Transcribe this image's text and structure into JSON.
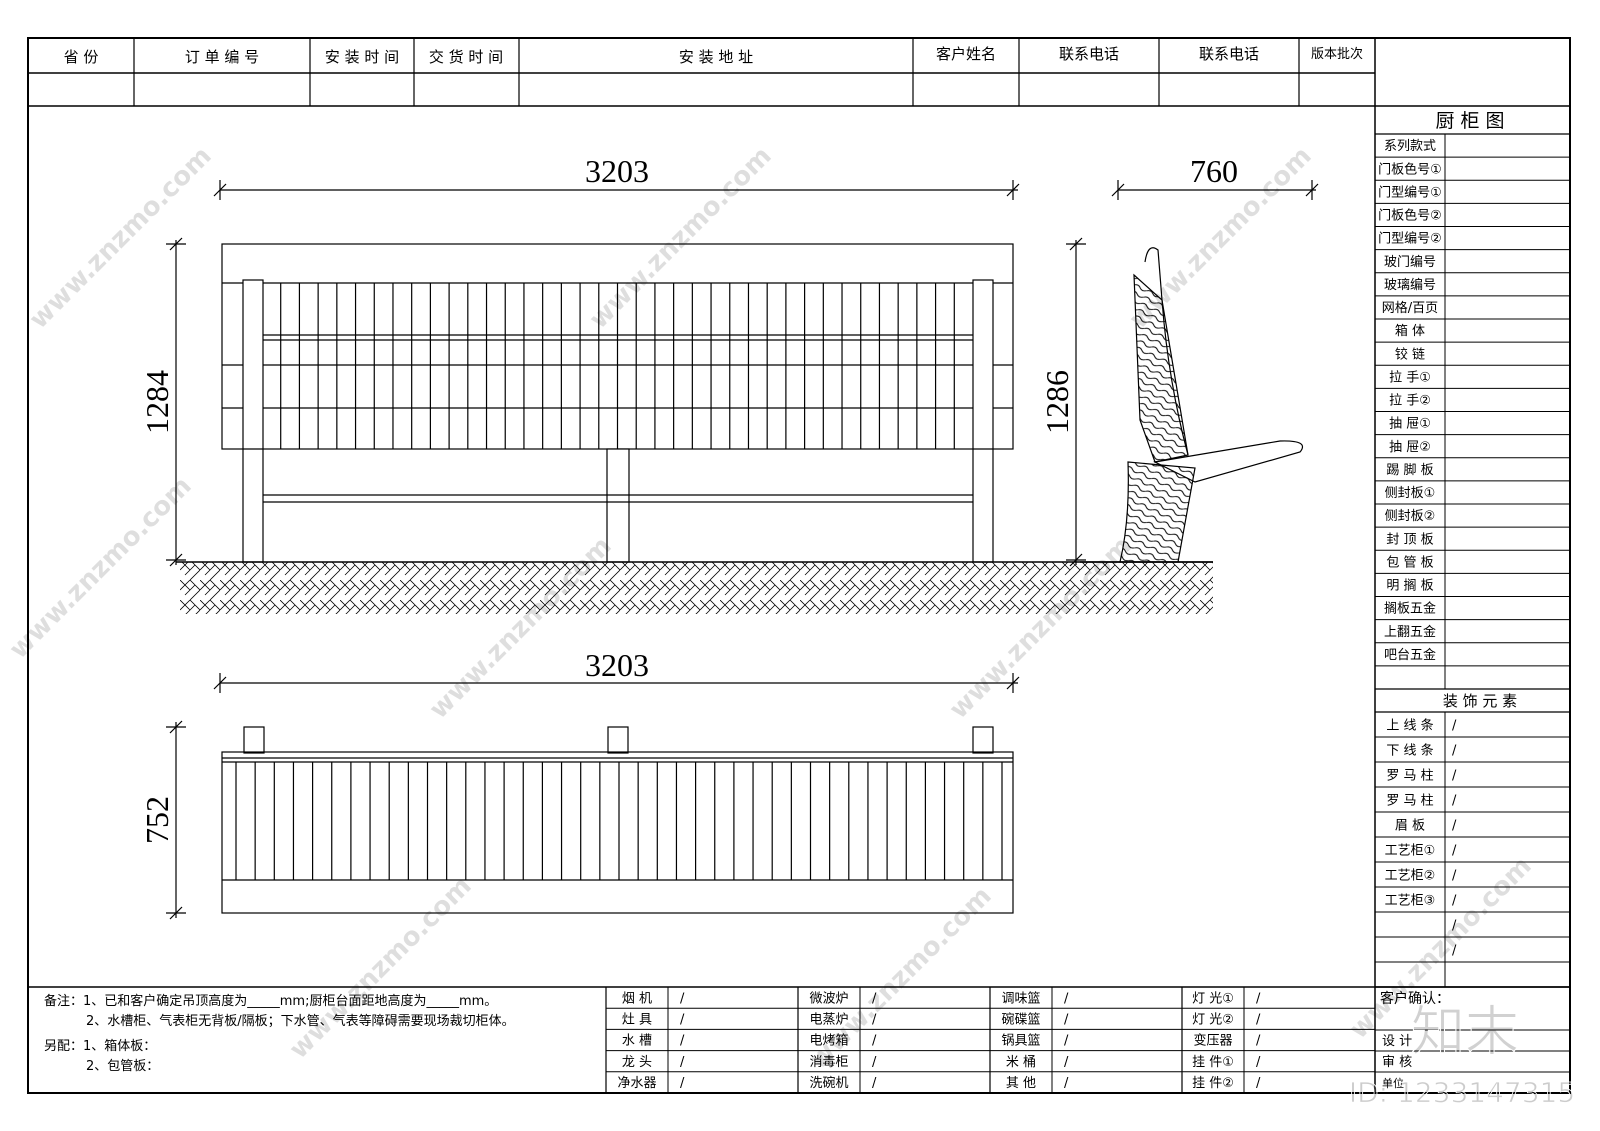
{
  "header": {
    "columns": [
      "省 份",
      "订 单 编 号",
      "安 装 时 间",
      "交 货 时 间",
      "安 装 地 址",
      "客户姓名",
      "联系电话",
      "联系电话",
      "版本批次"
    ]
  },
  "drawing": {
    "front_width": "3203",
    "front_height": "1284",
    "side_width": "760",
    "side_height": "1286",
    "plan_width": "3203",
    "plan_depth": "752"
  },
  "sidebar": {
    "title": "厨 柜 图",
    "rows": [
      "系列款式",
      "门板色号①",
      "门型编号①",
      "门板色号②",
      "门型编号②",
      "玻门编号",
      "玻璃编号",
      "网格/百页",
      "箱 体",
      "铰 链",
      "拉 手①",
      "拉 手②",
      "抽 屉①",
      "抽 屉②",
      "踢 脚 板",
      "侧封板①",
      "侧封板②",
      "封 顶 板",
      "包 管 板",
      "明 搁 板",
      "搁板五金",
      "上翻五金",
      "吧台五金",
      ""
    ],
    "decor_title": "装 饰 元 素",
    "decor_rows": [
      {
        "label": "上 线 条",
        "value": "/"
      },
      {
        "label": "下 线 条",
        "value": "/"
      },
      {
        "label": "罗 马 柱",
        "value": "/"
      },
      {
        "label": "罗 马 柱",
        "value": "/"
      },
      {
        "label": "眉 板",
        "value": "/"
      },
      {
        "label": "工艺柜①",
        "value": "/"
      },
      {
        "label": "工艺柜②",
        "value": "/"
      },
      {
        "label": "工艺柜③",
        "value": "/"
      },
      {
        "label": "",
        "value": "/"
      },
      {
        "label": "",
        "value": "/"
      },
      {
        "label": "",
        "value": ""
      }
    ]
  },
  "notes": {
    "line1": "备注：1、已和客户确定吊顶高度为_____mm;厨柜台面距地高度为_____mm。",
    "line2": "2、水槽柜、气表柜无背板/隔板；下水管、气表等障碍需要现场裁切柜体。",
    "line3": "另配：1、箱体板：",
    "line4": "2、包管板："
  },
  "appliances": [
    [
      {
        "label": "烟 机",
        "value": "/"
      },
      {
        "label": "微波炉",
        "value": "/"
      },
      {
        "label": "调味篮",
        "value": "/"
      },
      {
        "label": "灯 光①",
        "value": "/"
      }
    ],
    [
      {
        "label": "灶 具",
        "value": "/"
      },
      {
        "label": "电蒸炉",
        "value": "/"
      },
      {
        "label": "碗碟篮",
        "value": "/"
      },
      {
        "label": "灯 光②",
        "value": "/"
      }
    ],
    [
      {
        "label": "水 槽",
        "value": "/"
      },
      {
        "label": "电烤箱",
        "value": "/"
      },
      {
        "label": "锅具篮",
        "value": "/"
      },
      {
        "label": "变压器",
        "value": "/"
      }
    ],
    [
      {
        "label": "龙 头",
        "value": "/"
      },
      {
        "label": "消毒柜",
        "value": "/"
      },
      {
        "label": "米 桶",
        "value": "/"
      },
      {
        "label": "挂 件①",
        "value": "/"
      }
    ],
    [
      {
        "label": "净水器",
        "value": "/"
      },
      {
        "label": "洗碗机",
        "value": "/"
      },
      {
        "label": "其 他",
        "value": "/"
      },
      {
        "label": "挂 件②",
        "value": "/"
      }
    ]
  ],
  "confirm": {
    "customer": "客户确认：",
    "designer": "设 计",
    "review": "审 核",
    "unit": "单位"
  },
  "watermark": {
    "site": "www.znzmo.com",
    "brand": "知末",
    "id": "ID: 1233147315"
  }
}
